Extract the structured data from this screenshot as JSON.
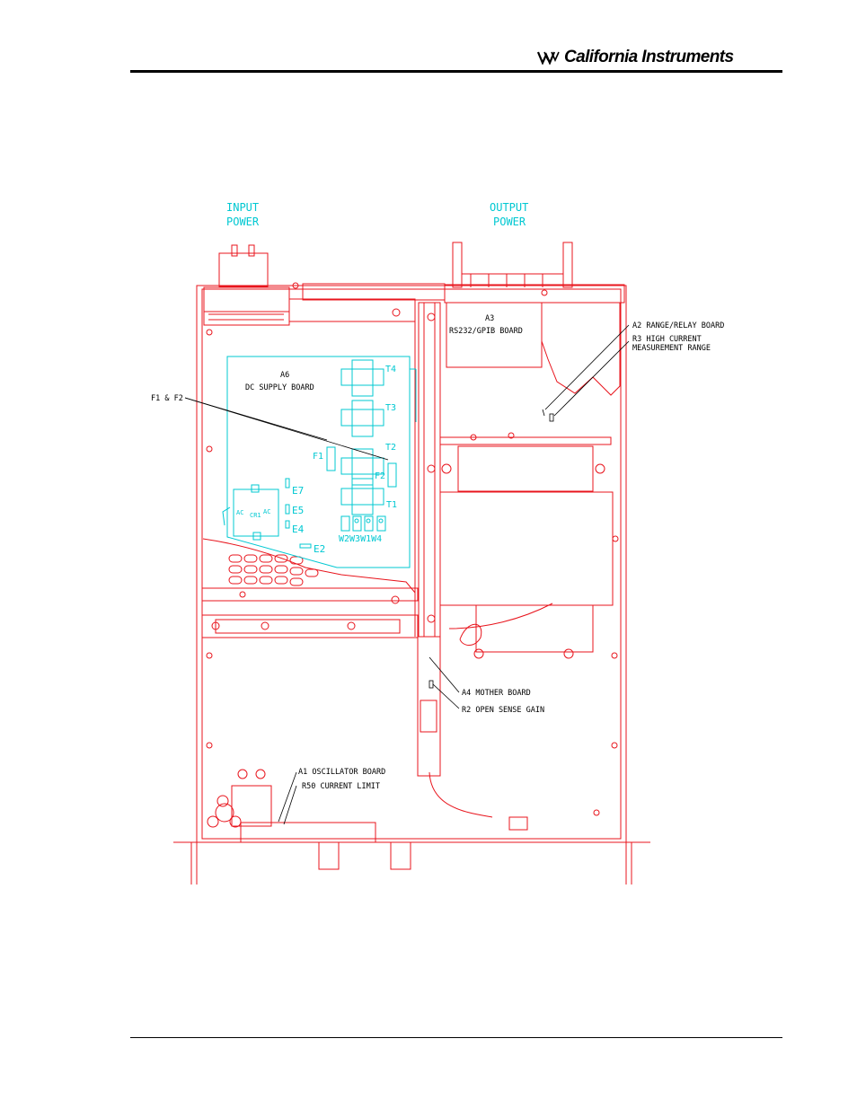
{
  "header": {
    "brand": "California Instruments",
    "brand_icon": "ci-logo-icon"
  },
  "colors": {
    "chassis": "#e8141c",
    "board": "#00c8d2",
    "text": "#000000"
  },
  "diagram": {
    "input_power": [
      "INPUT",
      "POWER"
    ],
    "output_power": [
      "OUTPUT",
      "POWER"
    ],
    "a3": [
      "A3",
      "RS232/GPIB BOARD"
    ],
    "a6": [
      "A6",
      "DC SUPPLY BOARD"
    ],
    "callouts": {
      "a2": "A2 RANGE/RELAY BOARD",
      "r3": [
        "R3 HIGH CURRENT",
        "MEASUREMENT RANGE"
      ],
      "f1f2": "F1 & F2",
      "a4": "A4 MOTHER BOARD",
      "r2": "R2 OPEN SENSE GAIN",
      "a1": "A1 OSCILLATOR BOARD",
      "r50": "R50 CURRENT LIMIT"
    },
    "board_labels": {
      "t4": "T4",
      "t3": "T3",
      "t2": "T2",
      "t1": "T1",
      "f1": "F1",
      "f2": "F2",
      "e7": "E7",
      "e5": "E5",
      "e4": "E4",
      "e2": "E2",
      "cr1": "CR1",
      "ac": "AC",
      "jumpers": "W2W3W1W4"
    }
  }
}
